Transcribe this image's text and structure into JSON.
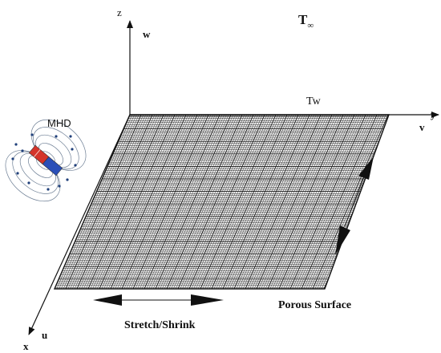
{
  "axes": {
    "z_label": "z",
    "w_label": "w",
    "y_label": "y",
    "v_label": "v",
    "x_label": "x",
    "u_label": "u"
  },
  "temperatures": {
    "free_stream_T": "T",
    "free_stream_sub": "∞",
    "wall": "Tw"
  },
  "labels": {
    "mhd": "MHD",
    "porous_surface": "Porous Surface",
    "stretch_shrink": "Stretch/Shrink"
  },
  "colors": {
    "line": "#111111",
    "mesh": "#1a1a1a",
    "magnet_north": "#d4342a",
    "magnet_south": "#2a4fb8",
    "field_lines": "#6e7f95"
  }
}
